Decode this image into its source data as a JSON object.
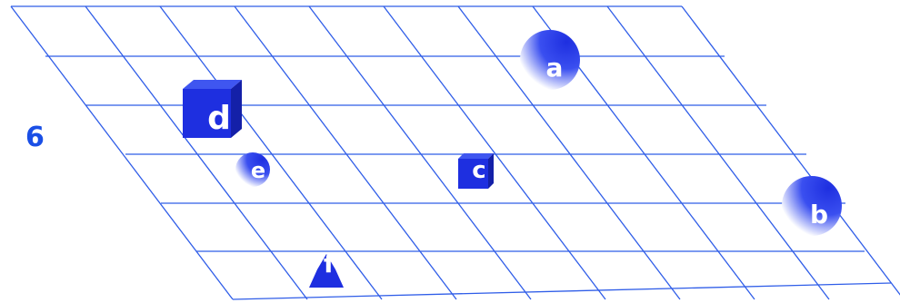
{
  "panel_number": "6",
  "colors": {
    "grid_line": "#2f5de8",
    "object_main": "#1e2fe0",
    "object_dark": "#1420a8",
    "object_light": "#3f56f0",
    "panel_number": "#1a4fe6"
  },
  "objects": [
    {
      "label": "a",
      "shape": "sphere",
      "size": "large"
    },
    {
      "label": "b",
      "shape": "sphere",
      "size": "large"
    },
    {
      "label": "c",
      "shape": "cube",
      "size": "small"
    },
    {
      "label": "d",
      "shape": "cube",
      "size": "large"
    },
    {
      "label": "e",
      "shape": "sphere",
      "size": "small"
    },
    {
      "label": "f",
      "shape": "cone",
      "size": "small"
    }
  ]
}
